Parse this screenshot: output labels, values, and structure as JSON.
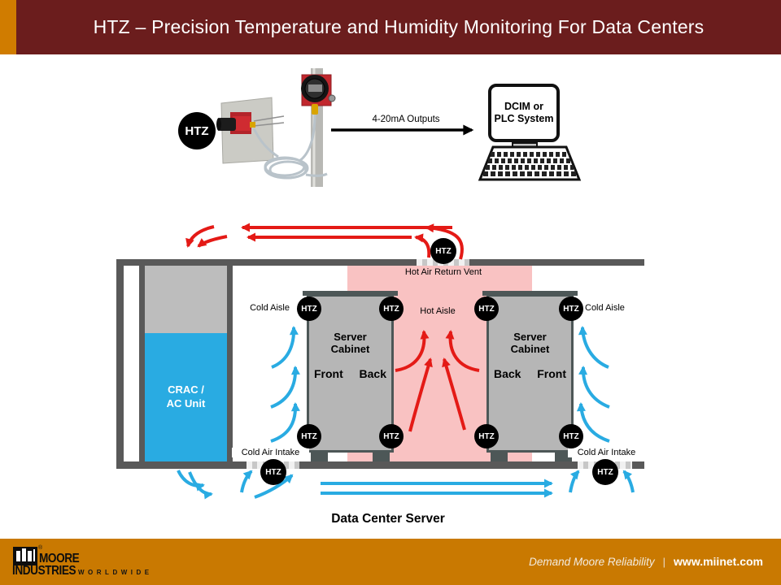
{
  "header": {
    "title": "HTZ – Precision Temperature and Humidity Monitoring For Data Centers"
  },
  "badge": "HTZ",
  "top_flow": {
    "arrow_label": "4-20mA Outputs",
    "dcim_line1": "DCIM or",
    "dcim_line2": "PLC System"
  },
  "room": {
    "hot_air_return_vent": "Hot Air Return Vent",
    "hot_aisle": "Hot Aisle",
    "cold_aisle_left": "Cold Aisle",
    "cold_aisle_right": "Cold Aisle",
    "cold_air_intake_left": "Cold Air Intake",
    "cold_air_intake_right": "Cold Air Intake",
    "crac_line1": "CRAC /",
    "crac_line2": "AC Unit",
    "cabinet_left": {
      "line1": "Server",
      "line2": "Cabinet",
      "left_side": "Front",
      "right_side": "Back"
    },
    "cabinet_right": {
      "line1": "Server",
      "line2": "Cabinet",
      "left_side": "Back",
      "right_side": "Front"
    },
    "caption": "Data Center Server"
  },
  "footer": {
    "brand_top": "MOORE",
    "brand_bottom": "INDUSTRIES",
    "brand_worldwide": "WORLDWIDE",
    "reg": "®",
    "tagline": "Demand Moore Reliability",
    "separator": "|",
    "url": "www.miinet.com"
  },
  "colors": {
    "header_maroon": "#6B1D1D",
    "accent_orange": "#C97901",
    "hot_red": "#E41A16",
    "cold_blue": "#29ABE2",
    "hot_aisle_pink": "#F9C2C2",
    "structure_gray": "#595959",
    "cabinet_gray": "#B6B6B6"
  }
}
